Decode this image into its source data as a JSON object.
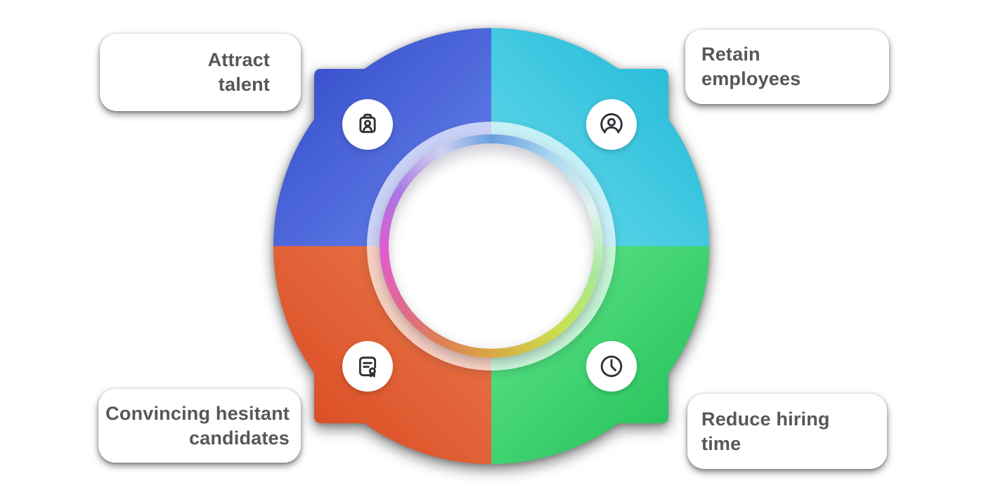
{
  "diagram": {
    "quadrants": [
      {
        "id": "attract-talent",
        "position": "top-left",
        "icon": "id-badge-icon",
        "color_from": "#3a53cd",
        "color_to": "#6b87f0"
      },
      {
        "id": "retain-employees",
        "position": "top-right",
        "icon": "user-circle-icon",
        "color_from": "#29bdda",
        "color_to": "#6adcec"
      },
      {
        "id": "reduce-hiring-time",
        "position": "bottom-right",
        "icon": "clock-icon",
        "color_from": "#2bc55f",
        "color_to": "#63e78d"
      },
      {
        "id": "convincing-hesitant-candidates",
        "position": "bottom-left",
        "icon": "certificate-icon",
        "color_from": "#dc4f27",
        "color_to": "#ea7d4d"
      }
    ],
    "ring": {
      "conic_stops": [
        "#6b9fe2 0deg",
        "#abd9ee 35deg",
        "#e2f3f0 70deg",
        "#a8e89b 105deg",
        "#c8e24e 140deg",
        "#d9a843 180deg",
        "#dd7e57 210deg",
        "#e0679a 240deg",
        "#e15bd0 268deg",
        "#a878e4 300deg",
        "#d0d2f0 332deg",
        "#6b9fe2 360deg"
      ]
    },
    "center_text": ""
  },
  "cards": [
    {
      "id": "attract-talent",
      "label": "Attract\ntalent",
      "align": "right"
    },
    {
      "id": "retain-employees",
      "label": "Retain\nemployees",
      "align": "left"
    },
    {
      "id": "convincing-hesitant-candidates",
      "label": "Convincing hesitant\ncandidates",
      "align": "right"
    },
    {
      "id": "reduce-hiring-time",
      "label": "Reduce hiring\ntime",
      "align": "left"
    }
  ],
  "colors": {
    "card_bg": "#ffffff",
    "text": "#57575a",
    "icon_stroke": "#2e2e35",
    "icon_circle_bg": "#ffffff",
    "center_disc_bg": "#ffffff"
  }
}
